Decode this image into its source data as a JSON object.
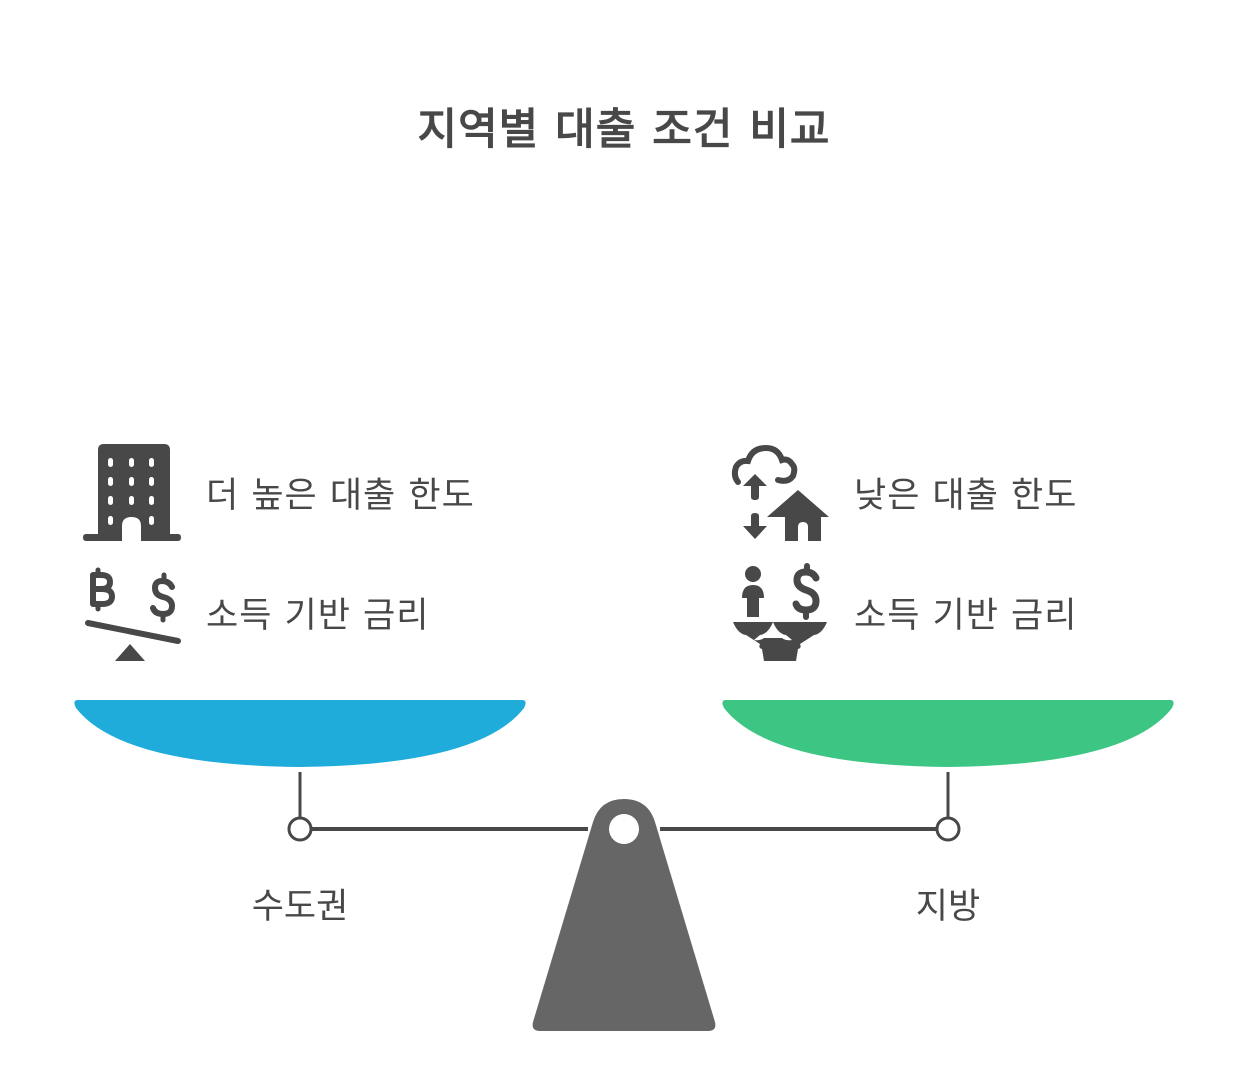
{
  "title": "지역별 대출 조건 비교",
  "colors": {
    "left_pan": "#1FACDB",
    "right_pan": "#3DC583",
    "stand": "#666666",
    "beam": "#484848",
    "text": "#484848",
    "icon": "#484848"
  },
  "left": {
    "region": "수도권",
    "items": [
      {
        "icon": "office-building-icon",
        "label": "더 높은 대출 한도"
      },
      {
        "icon": "bitcoin-dollar-balance-icon",
        "label": "소득 기반 금리"
      }
    ]
  },
  "right": {
    "region": "지방",
    "items": [
      {
        "icon": "cloud-house-arrows-icon",
        "label": "낮은 대출 한도"
      },
      {
        "icon": "person-dollar-scale-icon",
        "label": "소득 기반 금리"
      }
    ]
  }
}
